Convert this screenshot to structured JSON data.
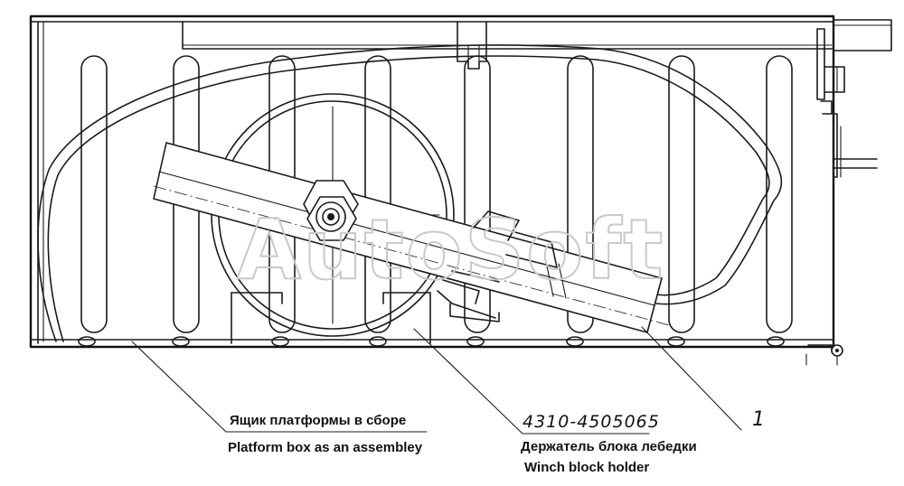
{
  "watermark": "AutoSoft",
  "labels": {
    "platform_ru": "Ящик платформы в сборе",
    "platform_en": "Platform box as an assembley",
    "part_number": "4310-4505065",
    "holder_ru": "Держатель блока лебедки",
    "holder_en": "Winch block holder",
    "callout_number": "1"
  }
}
